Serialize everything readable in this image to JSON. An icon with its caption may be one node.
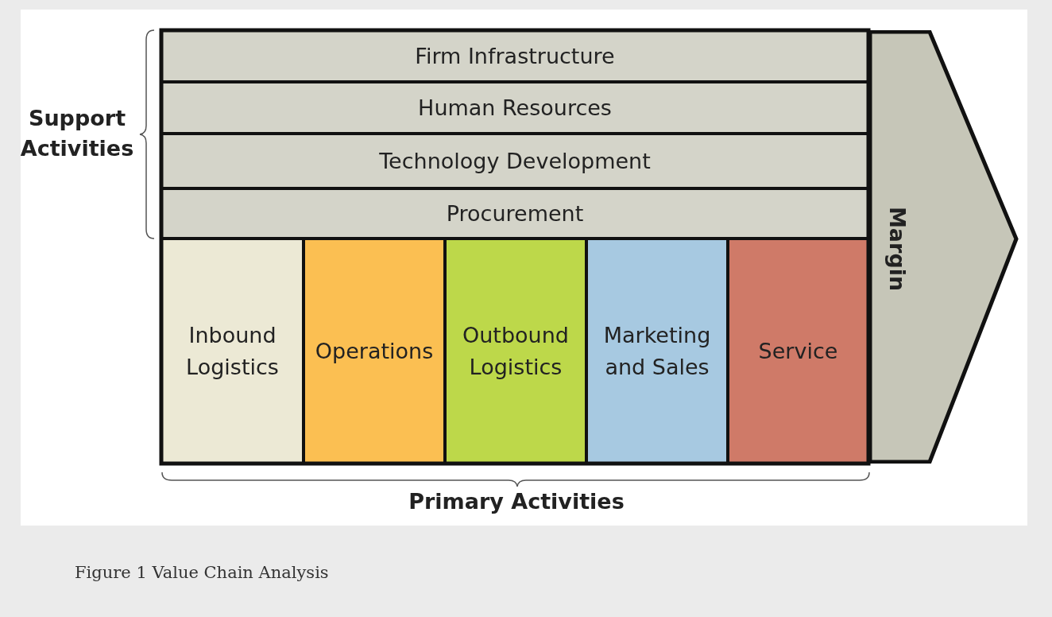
{
  "diagram": {
    "caption": "Figure 1 Value Chain Analysis",
    "nodes": [
      {
        "text": [
          "Firm Infrastructure"
        ]
      },
      {
        "text": [
          "Human Resources"
        ]
      },
      {
        "text": [
          "Technology Development"
        ]
      },
      {
        "text": [
          "Procurement"
        ]
      },
      {
        "text": [
          "Inbound Logistics"
        ]
      },
      {
        "text": [
          "Operations"
        ]
      },
      {
        "text": [
          "Outbound Logistics"
        ]
      },
      {
        "text": [
          "Marketing and Sales"
        ]
      },
      {
        "text": [
          "Service"
        ]
      },
      {
        "text": [
          "Margin"
        ]
      }
    ],
    "edges": [],
    "labels": [
      "Support Activities",
      "Primary Activities"
    ]
  }
}
